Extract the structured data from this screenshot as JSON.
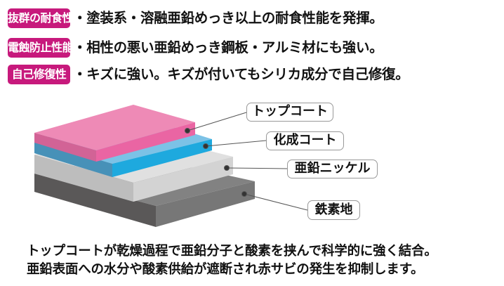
{
  "features": [
    {
      "badge": "抜群の耐食性",
      "text": "・塗装系・溶融亜鉛めっき以上の耐食性能を発揮。"
    },
    {
      "badge": "電蝕防止性能",
      "text": "・相性の悪い亜鉛めっき鋼板・アルミ材にも強い。"
    },
    {
      "badge": "自己修復性",
      "text": "・キズに強い。キズが付いてもシリカ成分で自己修復。"
    }
  ],
  "layers": [
    {
      "label": "トップコート",
      "color": "#ec84b4"
    },
    {
      "label": "化成コート",
      "color": "#29aee0"
    },
    {
      "label": "亜鉛ニッケル",
      "color": "#d6d6d6"
    },
    {
      "label": "鉄素地",
      "color": "#707070"
    }
  ],
  "description": [
    "トップコートが乾燥過程で亜鉛分子と酸素を挟んで科学的に強く結合。",
    "亜鉛表面への水分や酸素供給が遮断され赤サビの発生を抑制します。"
  ],
  "badge_color": "#c7197c"
}
